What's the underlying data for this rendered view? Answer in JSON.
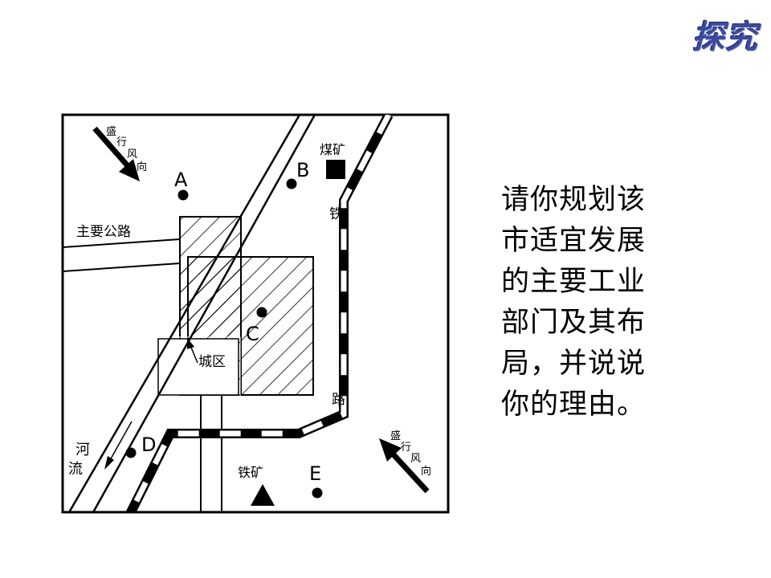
{
  "slide": {
    "title": "探究",
    "question_lines": [
      "请你规划该",
      "市适宜发展",
      "的主要工业",
      "部门及其布",
      "局，并说说",
      "你的理由。"
    ]
  },
  "map": {
    "wind_label_top": [
      "盛",
      "行",
      "风",
      "向"
    ],
    "wind_label_bottom": [
      "盛",
      "行",
      "风",
      "向"
    ],
    "point_a": "A",
    "point_b": "B",
    "point_c": "C",
    "point_d": "D",
    "point_e": "E",
    "coal_mine": "煤矿",
    "iron_mine": "铁矿",
    "highway": "主要公路",
    "city_area": "城区",
    "river": [
      "河",
      "流"
    ],
    "railway": [
      "铁",
      "路"
    ]
  }
}
